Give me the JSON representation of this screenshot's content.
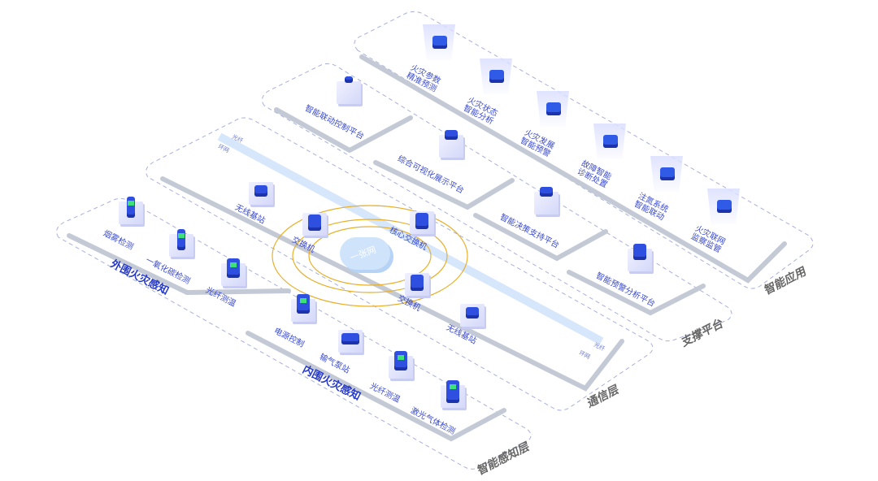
{
  "layers": {
    "application": "智能应用",
    "support": "支撑平台",
    "communication": "通信层",
    "perception": "智能感知层"
  },
  "applications": [
    "火灾参数精准预测",
    "火灾状态智能分析",
    "火灾发展智能预警",
    "故障智能诊断处置",
    "注氮系统智能联动",
    "火灾联网监察监管"
  ],
  "platforms": [
    "智能联动控制平台",
    "综合可视化展示平台",
    "智能决策支持平台",
    "智能预警分析平台"
  ],
  "communication": {
    "cloud": "一张网",
    "fiber_top": [
      "光纤",
      "环网"
    ],
    "fiber_bottom": [
      "光纤",
      "环网"
    ],
    "nodes": [
      "无线基站",
      "交换机",
      "核心交换机",
      "交换机",
      "无线基站"
    ]
  },
  "perception": {
    "outer_title": "外围火灾感知",
    "outer_items": [
      "烟雾检测",
      "一氧化碳检测",
      "光纤测温"
    ],
    "inner_title": "内围火灾感知",
    "inner_items": [
      "电源控制",
      "输气泵站",
      "光纤测温",
      "激光气体检测"
    ]
  },
  "colors": {
    "accent": "#2f4fe0",
    "ring": "#e8b02a",
    "dash": "#a8b0dc",
    "platform_edge": "#c4c9d6",
    "fiber": "#d6e6fb"
  }
}
